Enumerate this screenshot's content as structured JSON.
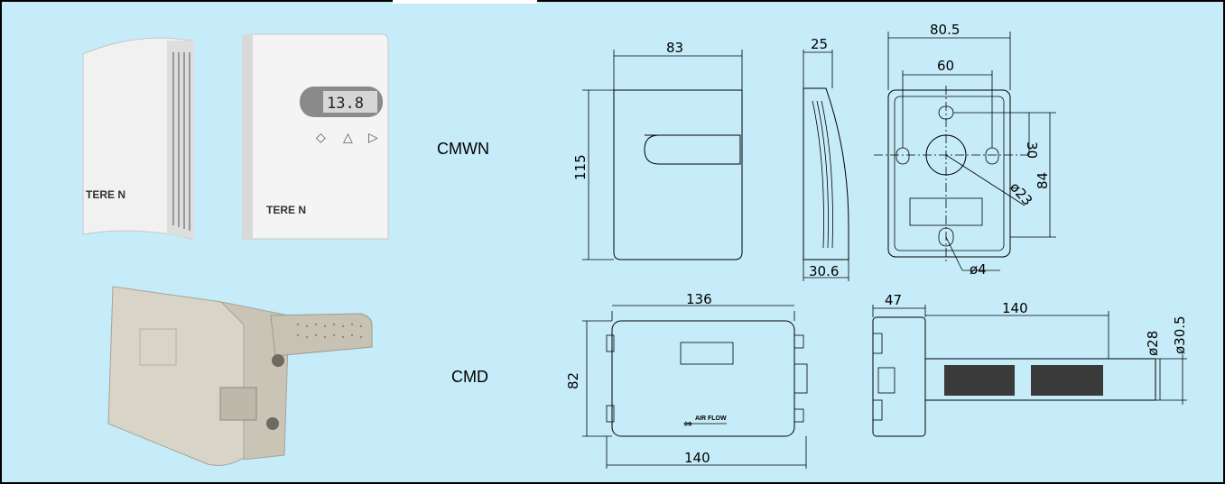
{
  "labels": {
    "cmwn": "CMWN",
    "cmd": "CMD"
  },
  "brand": {
    "logo_text": "TERE N"
  },
  "display": {
    "reading": "13.8"
  },
  "dims": {
    "cmwn_front_width": "83",
    "cmwn_front_height": "115",
    "cmwn_side_top": "25",
    "cmwn_side_bottom": "30.6",
    "cmwn_back_outer": "80.5",
    "cmwn_back_inner": "60",
    "cmwn_back_vertical": "30",
    "cmwn_back_height": "84",
    "cmwn_back_diameter": "ø23",
    "cmwn_back_hole": "ø4",
    "cmd_top_width": "136",
    "cmd_height": "82",
    "cmd_bottom_width": "140",
    "cmd_side_body": "47",
    "cmd_probe_len": "140",
    "cmd_probe_d1": "ø28",
    "cmd_probe_d2": "ø30.5"
  },
  "airflow": {
    "label": "AIR FLOW"
  },
  "colors": {
    "background": "#c6ecf9",
    "line": "#000000",
    "device": "#f2f2f2",
    "cmd_body": "#d8d4c8"
  }
}
